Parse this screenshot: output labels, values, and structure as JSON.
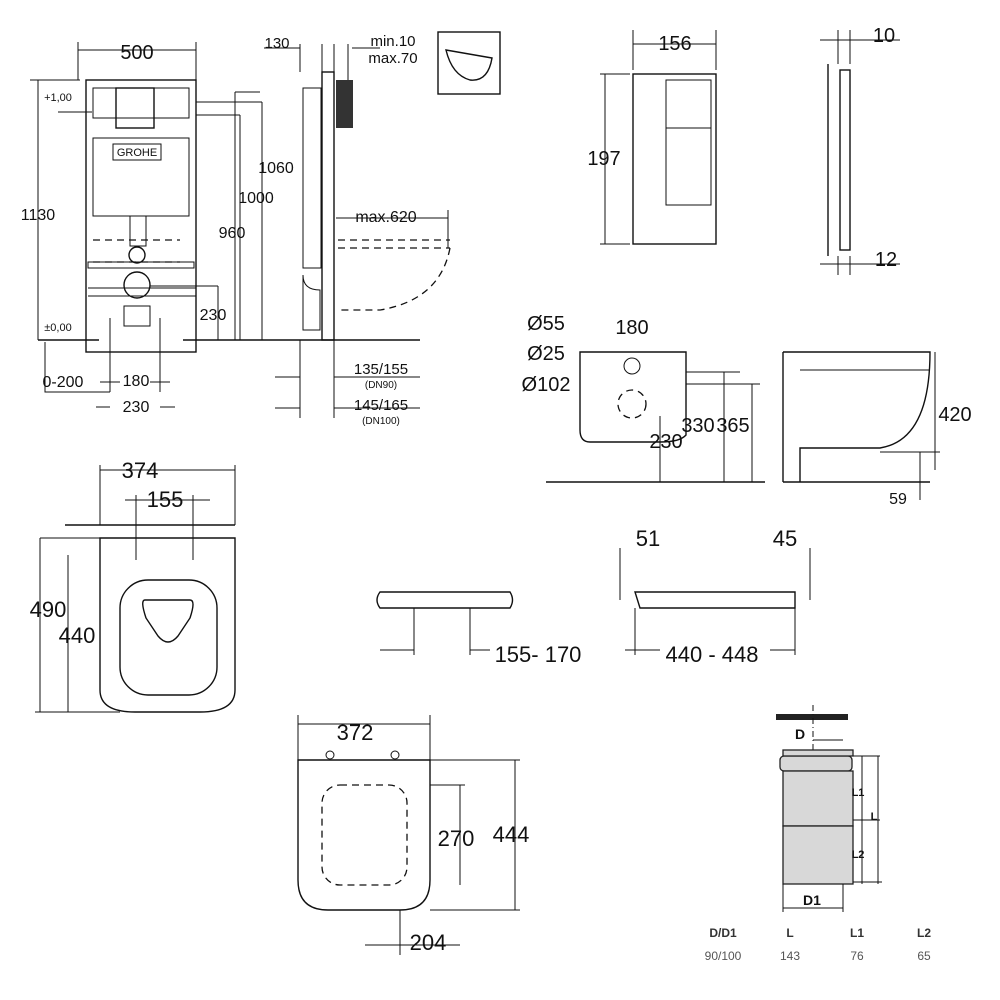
{
  "installation_frame": {
    "brand_logo": "GROHE",
    "dims": {
      "width": "500",
      "depth": "130",
      "min": "min.10",
      "max": "max.70",
      "level_top": "+1,00",
      "level_zero": "±0,00",
      "height_total": "1130",
      "h1060": "1060",
      "h1000": "1000",
      "h960": "960",
      "max620": "max.620",
      "h230": "230",
      "adj": "0-200",
      "w180": "180",
      "w230": "230",
      "dn90_value": "135/155",
      "dn90_label": "(DN90)",
      "dn100_value": "145/165",
      "dn100_label": "(DN100)"
    }
  },
  "flush_plate": {
    "width": "156",
    "height": "197",
    "depth_top": "10",
    "depth_bottom": "12"
  },
  "wc_side": {
    "d55": "Ø55",
    "d180": "180",
    "d25": "Ø25",
    "d102": "Ø102",
    "h330": "330",
    "h365": "365",
    "h230": "230",
    "h420": "420",
    "d59": "59"
  },
  "wc_top": {
    "w374": "374",
    "w155": "155",
    "l490": "490",
    "l440": "440"
  },
  "seat_side": {
    "hinge_range": "155- 170",
    "d51": "51",
    "d45": "45",
    "length_range": "440 - 448"
  },
  "seat_top": {
    "w372": "372",
    "h270": "270",
    "h444": "444",
    "w204": "204"
  },
  "pipe": {
    "label_d": "D",
    "label_d1": "D1",
    "label_l": "L",
    "label_l1": "L1",
    "label_l2": "L2",
    "table": {
      "headers": [
        "D/D1",
        "L",
        "L1",
        "L2"
      ],
      "values": [
        "90/100",
        "143",
        "76",
        "65"
      ]
    }
  }
}
